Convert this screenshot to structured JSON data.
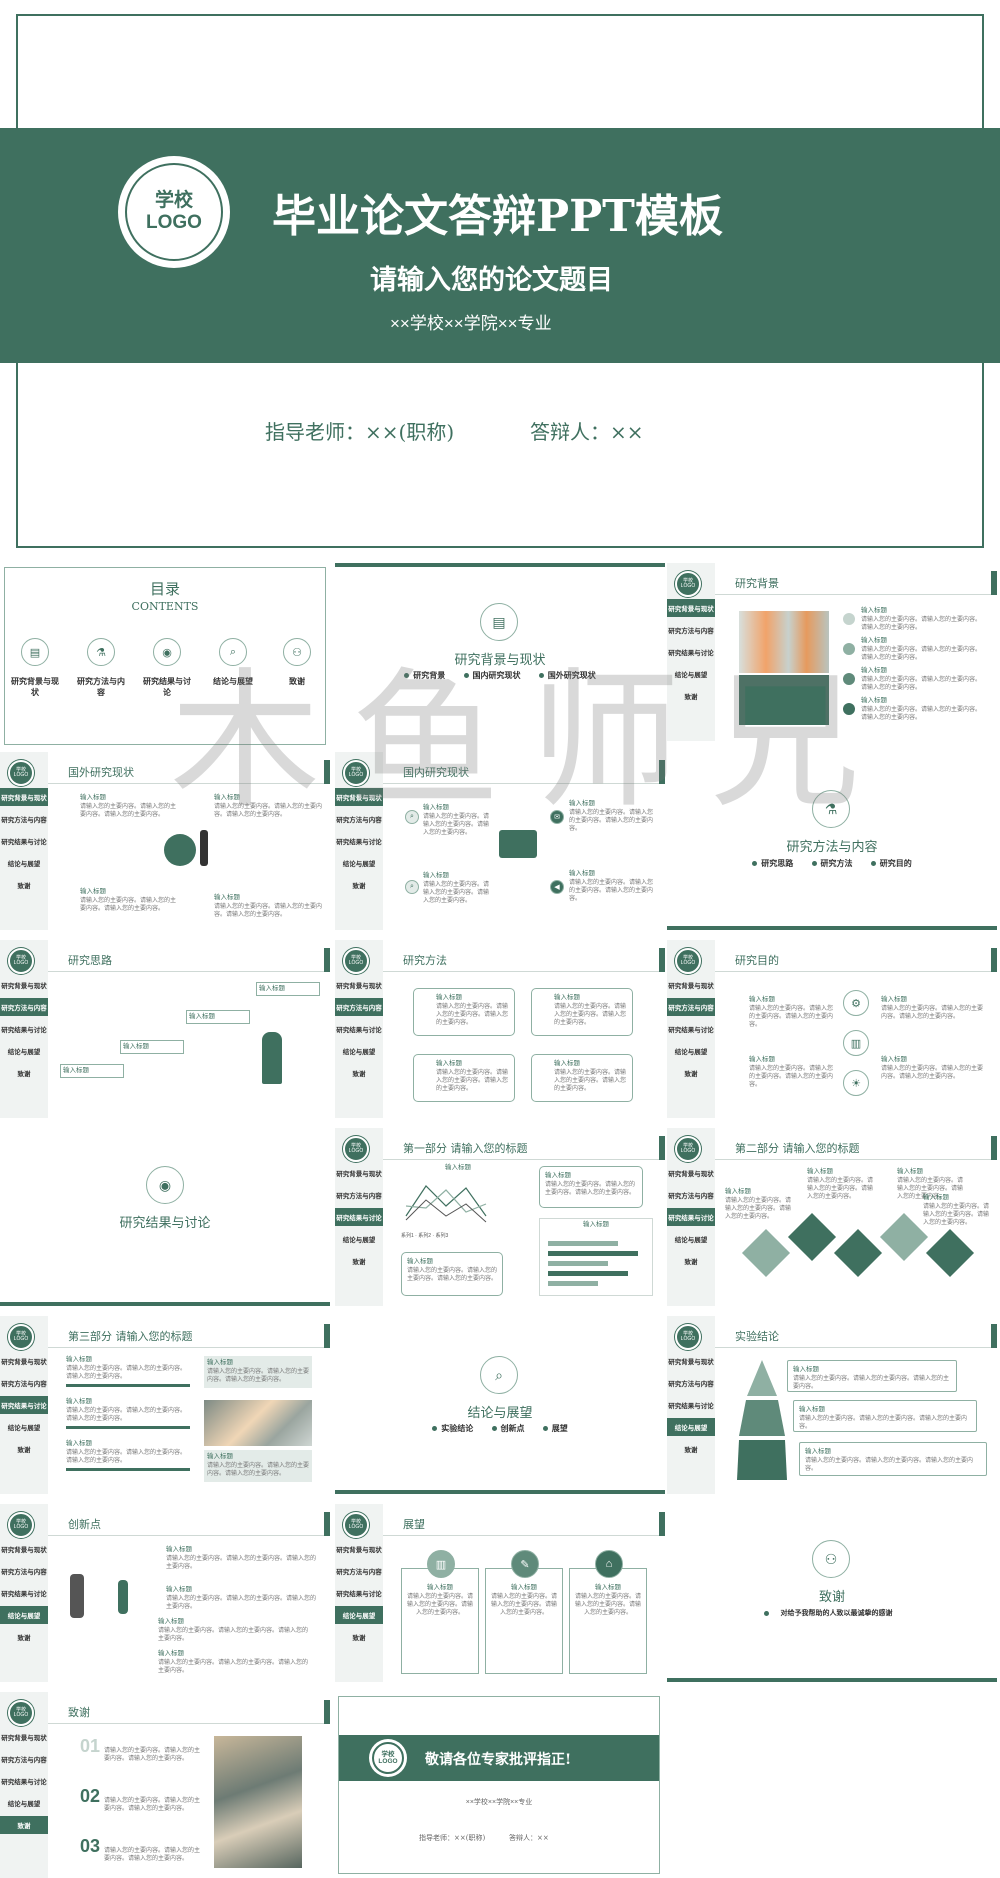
{
  "colors": {
    "accent": "#3f705f",
    "light": "#f0f3f2",
    "border": "#8fb0a3"
  },
  "logo": {
    "line1": "学校",
    "line2": "LOGO"
  },
  "cover": {
    "title": "毕业论文答辩PPT模板",
    "subtitle": "请输入您的论文题目",
    "school": "××学校××学院××专业",
    "advisor": "指导老师：××(职称)",
    "defender": "答辩人：××"
  },
  "sidebar": [
    "研究背景与现状",
    "研究方法与内容",
    "研究结果与讨论",
    "结论与展望",
    "致谢"
  ],
  "placeholder": {
    "label": "输入标题",
    "text": "请输入您的主要内容。请输入您的主要内容。请输入您的主要内容。"
  },
  "toc": {
    "title": "目录",
    "subtitle": "CONTENTS",
    "items": [
      "研究背景与现状",
      "研究方法与内容",
      "研究结果与讨论",
      "结论与展望",
      "致谢"
    ]
  },
  "sec1": {
    "title": "研究背景与现状",
    "bullets": [
      "研究背景",
      "国内研究现状",
      "国外研究现状"
    ]
  },
  "bg": {
    "title": "研究背景"
  },
  "foreign": {
    "title": "国外研究现状"
  },
  "domestic": {
    "title": "国内研究现状"
  },
  "sec2": {
    "title": "研究方法与内容",
    "bullets": [
      "研究思路",
      "研究方法",
      "研究目的"
    ]
  },
  "ideas": {
    "title": "研究思路"
  },
  "methods": {
    "title": "研究方法"
  },
  "purpose": {
    "title": "研究目的"
  },
  "sec3": {
    "title": "研究结果与讨论"
  },
  "part1": {
    "title": "第一部分 请输入您的标题",
    "legend": [
      "系列1",
      "系列2",
      "系列3"
    ]
  },
  "part2": {
    "title": "第二部分 请输入您的标题"
  },
  "part3": {
    "title": "第三部分 请输入您的标题"
  },
  "sec4": {
    "title": "结论与展望",
    "bullets": [
      "实验结论",
      "创新点",
      "展望"
    ]
  },
  "conclusion": {
    "title": "实验结论"
  },
  "innovation": {
    "title": "创新点"
  },
  "outlook": {
    "title": "展望"
  },
  "sec5": {
    "title": "致谢",
    "bullet": "对给予我帮助的人致以最诚挚的感谢"
  },
  "thanks": {
    "title": "致谢",
    "nums": [
      "01",
      "02",
      "03"
    ]
  },
  "ending": {
    "title": "敬请各位专家批评指正!",
    "school": "××学校××学院××专业",
    "advisor": "指导老师：××(职称)",
    "defender": "答辩人：××"
  },
  "watermark": "木鱼师兄"
}
